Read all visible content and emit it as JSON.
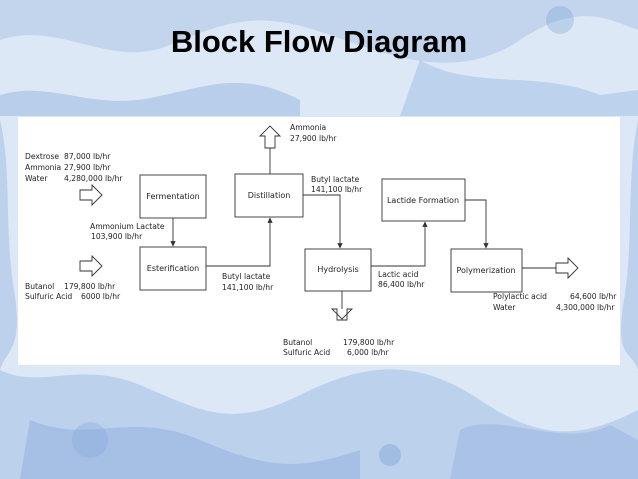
{
  "title": "Block Flow Diagram",
  "colors": {
    "background": "#cfe0f2",
    "accent": "#4a78c4",
    "panel": "#ffffff"
  },
  "blocks": {
    "fermentation": "Fermentation",
    "esterification": "Esterification",
    "distillation": "Distillation",
    "hydrolysis": "Hydrolysis",
    "lactide_formation": "Lactide Formation",
    "polymerization": "Polymerization"
  },
  "feeds": {
    "fermentation": [
      {
        "name": "Dextrose",
        "rate": "87,000 lb/hr"
      },
      {
        "name": "Ammonia",
        "rate": "27,900 lb/hr"
      },
      {
        "name": "Water",
        "rate": "4,280,000 lb/hr"
      }
    ],
    "esterification": [
      {
        "name": "Butanol",
        "rate": "179,800 lb/hr"
      },
      {
        "name": "Sulfuric Acid",
        "rate": "6000 lb/hr"
      }
    ]
  },
  "streams": {
    "ammonium_lactate": {
      "name": "Ammonium Lactate",
      "rate": "103,900 lb/hr"
    },
    "butyl_lactate_1": {
      "name": "Butyl lactate",
      "rate": "141,100 lb/hr"
    },
    "ammonia_out": {
      "name": "Ammonia",
      "rate": "27,900 lb/hr"
    },
    "butyl_lactate_2": {
      "name": "Butyl lactate",
      "rate": "141,100 lb/hr"
    },
    "lactic_acid": {
      "name": "Lactic acid",
      "rate": "86,400 lb/hr"
    },
    "hydrolysis_out": [
      {
        "name": "Butanol",
        "rate": "179,800 lb/hr"
      },
      {
        "name": "Sulfuric Acid",
        "rate": "6,000 lb/hr"
      }
    ],
    "product": [
      {
        "name": "Polylactic acid",
        "rate": "64,600 lb/hr"
      },
      {
        "name": "Water",
        "rate": "4,300,000 lb/hr"
      }
    ]
  }
}
